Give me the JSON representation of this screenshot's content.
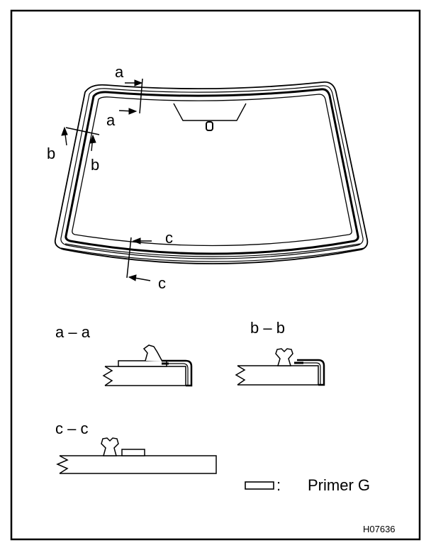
{
  "labels": {
    "a": "a",
    "b": "b",
    "c": "c",
    "section_a": "a – a",
    "section_b": "b – b",
    "section_c": "c – c"
  },
  "legend": {
    "colon": ":",
    "primer": "Primer G"
  },
  "figure_code": "H07636"
}
